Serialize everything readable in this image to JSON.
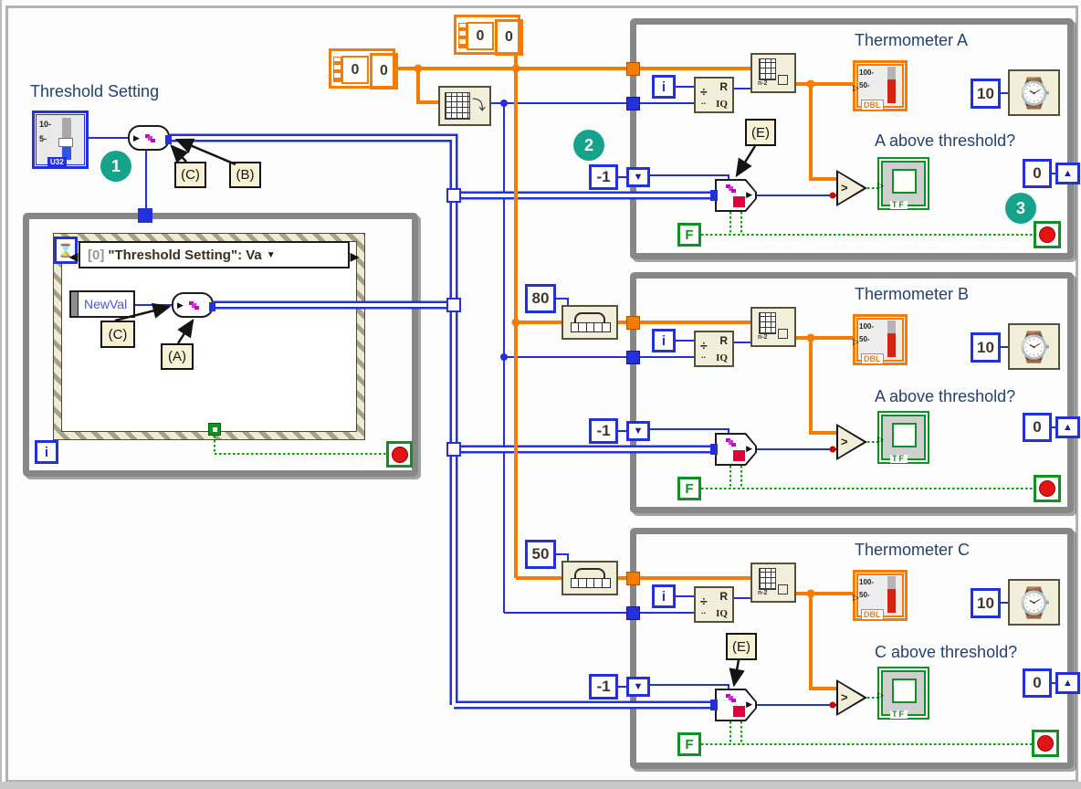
{
  "header": {
    "free_label": "Threshold Setting"
  },
  "badges": {
    "one": "1",
    "two": "2",
    "three": "3"
  },
  "callouts": {
    "c_top": "(C)",
    "b_top": "(B)",
    "c_case": "(C)",
    "a_case": "(A)",
    "e_loop_a": "(E)",
    "e_loop_c": "(E)"
  },
  "slider": {
    "tick_top": "10-",
    "tick_mid": "5-",
    "type_tag": "U32"
  },
  "clusters": {
    "c1_el1": "0",
    "c1_el2": "0",
    "c2_el1": "0",
    "c2_el2": "0"
  },
  "array_consts": {
    "loop_b_size": "80",
    "loop_c_size": "50"
  },
  "event_loop": {
    "selector_index": "[0]",
    "selector_text": "\"Threshold Setting\": Va",
    "newval": "NewVal",
    "iteration": "i"
  },
  "icons": {
    "play": "▶",
    "input": "▷",
    "down_tri": "▼",
    "up_tri": "▲",
    "sel_left": "◀",
    "sel_right": "▶",
    "dropdown": "▼",
    "watch": "⌚",
    "hourglass": "⌛",
    "grid_arrow": "⤵"
  },
  "loops": [
    {
      "title": "Thermometer A",
      "question": "A above threshold?",
      "iteration": "i",
      "qr_r": "R",
      "qr_div": "÷",
      "qr_iq": "IQ",
      "idx_n2": "n-2",
      "therm_tick1": "100-",
      "therm_tick2": "50-",
      "therm_type": "DBL",
      "compare": ">",
      "tf": "TF",
      "timeout": "-1",
      "wait_ms": "10",
      "init_val": "0",
      "false_const": "F"
    },
    {
      "title": "Thermometer B",
      "question": "A above threshold?",
      "iteration": "i",
      "qr_r": "R",
      "qr_div": "÷",
      "qr_iq": "IQ",
      "idx_n2": "n-2",
      "therm_tick1": "100-",
      "therm_tick2": "50-",
      "therm_type": "DBL",
      "compare": ">",
      "tf": "TF",
      "timeout": "-1",
      "wait_ms": "10",
      "init_val": "0",
      "false_const": "F"
    },
    {
      "title": "Thermometer C",
      "question": "C above threshold?",
      "iteration": "i",
      "qr_r": "R",
      "qr_div": "÷",
      "qr_iq": "IQ",
      "idx_n2": "n-2",
      "therm_tick1": "100-",
      "therm_tick2": "50-",
      "therm_type": "DBL",
      "compare": ">",
      "tf": "TF",
      "timeout": "-1",
      "wait_ms": "10",
      "init_val": "0",
      "false_const": "F"
    }
  ],
  "colors": {
    "wire_blue": "#2430dc",
    "wire_orange": "#f57c00",
    "wire_green": "#00a300",
    "badge_teal": "#17a28c",
    "channel_magenta": "#c400c4",
    "coercion_red": "#d40000",
    "structure_gray": "#878787",
    "node_cream": "#f1eeda"
  }
}
